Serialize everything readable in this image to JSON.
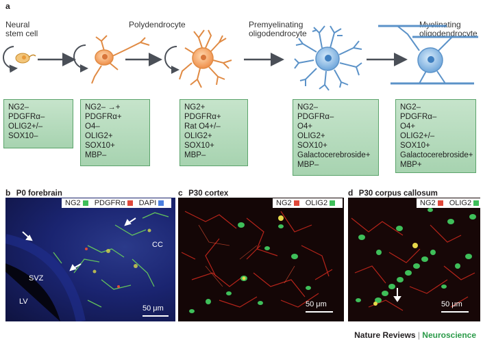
{
  "panel_a": {
    "letter": "a",
    "stages": [
      {
        "title": [
          "Neural",
          "stem cell"
        ],
        "markers": [
          "NG2–",
          "PDGFRα–",
          "OLIG2+/–",
          "SOX10–"
        ]
      },
      {
        "title": [
          "Polydendrocyte"
        ],
        "markers": [
          "NG2– →+",
          "PDGFRα+",
          "O4–",
          "OLIG2+",
          "SOX10+",
          "MBP–"
        ]
      },
      {
        "title": [],
        "markers": [
          "NG2+",
          "PDGFRα+",
          "Rat O4+/–",
          "OLIG2+",
          "SOX10+",
          "MBP–"
        ]
      },
      {
        "title": [
          "Premyelinating",
          "oligodendrocyte"
        ],
        "markers": [
          "NG2–",
          "PDGFRα–",
          "O4+",
          "OLIG2+",
          "SOX10+",
          "Galactocerebroside+",
          "MBP–"
        ]
      },
      {
        "title": [
          "Myelinating",
          "oligodendrocyte"
        ],
        "markers": [
          "NG2–",
          "PDGFRα–",
          "O4+",
          "OLIG2+/–",
          "SOX10+",
          "Galactocerebroside+",
          "MBP+"
        ]
      }
    ],
    "colors": {
      "box": "#a7d3b0",
      "stem": "#f2c57a",
      "poly": "#f4a26b",
      "olig": "#7fb3e0",
      "arrow": "#4a4f57"
    }
  },
  "panel_b": {
    "letter": "b",
    "title": "P0 forebrain",
    "legend": [
      {
        "label": "NG2",
        "color": "#3fbf5a"
      },
      {
        "label": "PDGFRα",
        "color": "#e0483a"
      },
      {
        "label": "DAPI",
        "color": "#4a7fe0"
      }
    ],
    "labels": {
      "cc": "CC",
      "svz": "SVZ",
      "lv": "LV"
    },
    "scale": "50 μm"
  },
  "panel_c": {
    "letter": "c",
    "title": "P30 cortex",
    "legend": [
      {
        "label": "NG2",
        "color": "#e0483a"
      },
      {
        "label": "OLIG2",
        "color": "#3fbf5a"
      }
    ],
    "scale": "50 μm"
  },
  "panel_d": {
    "letter": "d",
    "title": "P30 corpus callosum",
    "legend": [
      {
        "label": "NG2",
        "color": "#e0483a"
      },
      {
        "label": "OLIG2",
        "color": "#3fbf5a"
      }
    ],
    "scale": "50 μm"
  },
  "footer": {
    "journal": "Nature Reviews",
    "section": "Neuroscience"
  }
}
